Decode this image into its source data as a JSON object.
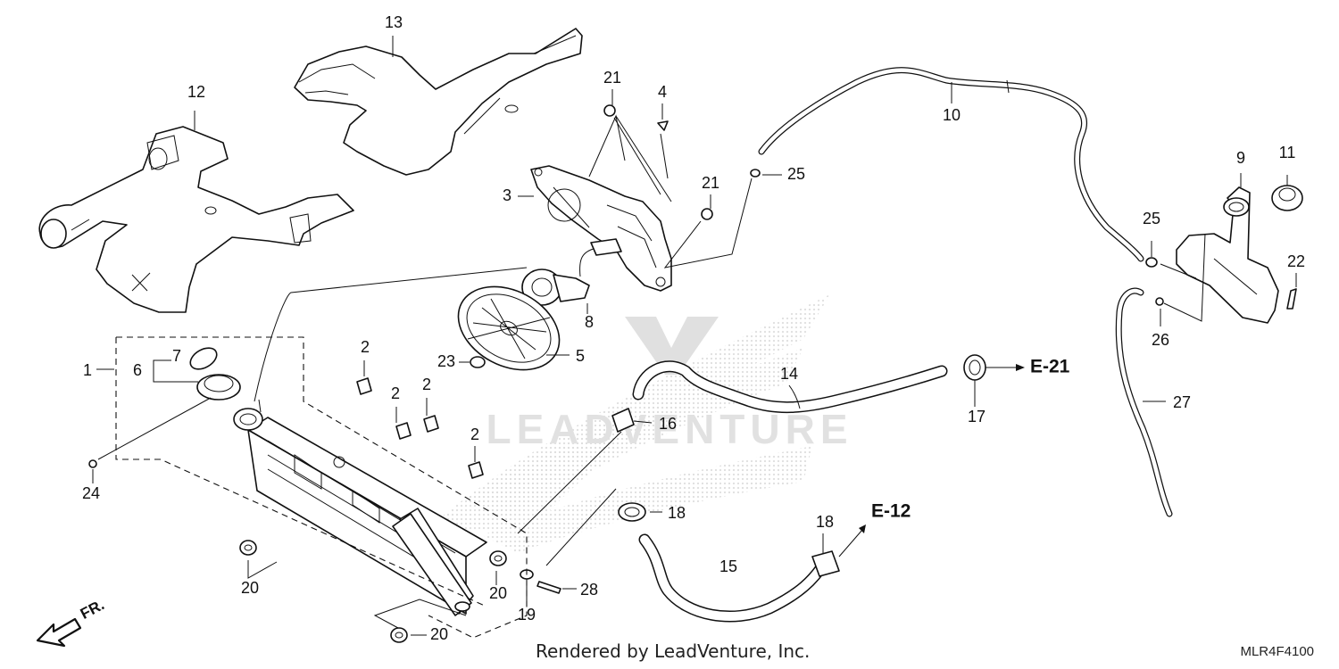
{
  "diagram": {
    "callouts": [
      "1",
      "2",
      "2",
      "2",
      "2",
      "3",
      "4",
      "5",
      "6",
      "7",
      "8",
      "9",
      "10",
      "11",
      "12",
      "13",
      "14",
      "15",
      "16",
      "17",
      "18",
      "18",
      "19",
      "20",
      "20",
      "20",
      "21",
      "21",
      "22",
      "23",
      "24",
      "25",
      "25",
      "26",
      "27",
      "28"
    ],
    "references": {
      "upper": "E-21",
      "lower": "E-12"
    },
    "front_marker": "FR.",
    "watermark": "LEADVENTURE",
    "footer_text": "Rendered by LeadVenture, Inc.",
    "diagram_code": "MLR4F4100"
  }
}
